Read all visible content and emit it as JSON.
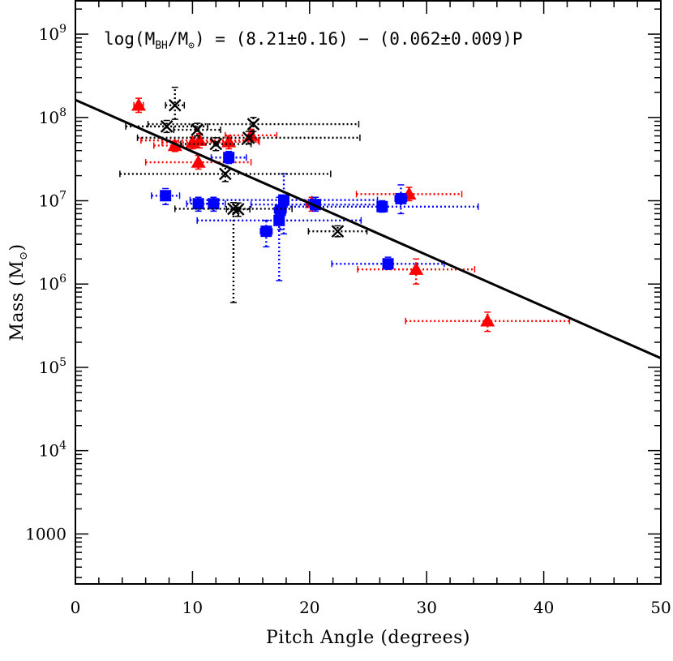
{
  "chart_data": {
    "type": "scatter",
    "title": "",
    "annotation": {
      "prefix": "log(M",
      "sub1": "BH",
      "mid": "/M",
      "sub2": "⊙",
      "suffix": ") = (8.21±0.16) − (0.062±0.009)P"
    },
    "xlabel": "Pitch Angle (degrees)",
    "ylabel_prefix": "Mass (M",
    "ylabel_sub": "⊙",
    "ylabel_suffix": ")",
    "xlim": [
      0,
      50
    ],
    "ylim_log10": [
      2.4,
      9.4
    ],
    "y_scale": "log",
    "x_ticks": [
      {
        "value": 0,
        "label": "0"
      },
      {
        "value": 10,
        "label": "10"
      },
      {
        "value": 20,
        "label": "20"
      },
      {
        "value": 30,
        "label": "30"
      },
      {
        "value": 40,
        "label": "40"
      },
      {
        "value": 50,
        "label": "50"
      }
    ],
    "y_ticks": [
      {
        "log": 3,
        "label": "1000",
        "exp": ""
      },
      {
        "log": 4,
        "label": "10",
        "exp": "4"
      },
      {
        "log": 5,
        "label": "10",
        "exp": "5"
      },
      {
        "log": 6,
        "label": "10",
        "exp": "6"
      },
      {
        "log": 7,
        "label": "10",
        "exp": "7"
      },
      {
        "log": 8,
        "label": "10",
        "exp": "8"
      },
      {
        "log": 9,
        "label": "10",
        "exp": "9"
      }
    ],
    "fit_line": {
      "intercept": 8.21,
      "slope": -0.062,
      "x_range": [
        0,
        50
      ],
      "color": "#000000"
    },
    "series": [
      {
        "marker": "triangle",
        "color": "#ff0000",
        "points": [
          {
            "x": 5.4,
            "y": 140000000.0,
            "xerr": 0.4,
            "y_lo": 115000000.0,
            "y_hi": 170000000.0
          },
          {
            "x": 8.5,
            "y": 46000000.0,
            "xerr": 1.8,
            "y_lo": 39000000.0,
            "y_hi": 52000000.0
          },
          {
            "x": 10.0,
            "y": 50000000.0,
            "xerr": 2.6,
            "y_lo": 42000000.0,
            "y_hi": 58000000.0
          },
          {
            "x": 10.6,
            "y": 53000000.0,
            "xerr": 5.0,
            "y_lo": 43000000.0,
            "y_hi": 64000000.0
          },
          {
            "x": 10.5,
            "y": 29000000.0,
            "xerr": 4.5,
            "y_lo": 24000000.0,
            "y_hi": 35000000.0
          },
          {
            "x": 13.1,
            "y": 51000000.0,
            "xerr": 2.6,
            "y_lo": 42000000.0,
            "y_hi": 60000000.0
          },
          {
            "x": 15.0,
            "y": 61000000.0,
            "xerr": 2.2,
            "y_lo": 52000000.0,
            "y_hi": 72000000.0
          },
          {
            "x": 20.2,
            "y": 9500000.0,
            "xerr": 0.5,
            "y_lo": 7500000.0,
            "y_hi": 11000000.0
          },
          {
            "x": 28.5,
            "y": 12000000.0,
            "xerr": 4.5,
            "y_lo": 10000000.0,
            "y_hi": 14500000.0
          },
          {
            "x": 29.1,
            "y": 1500000.0,
            "xerr": 5.0,
            "y_lo": 1000000.0,
            "y_hi": 2000000.0
          },
          {
            "x": 35.2,
            "y": 360000.0,
            "xerr": 7.0,
            "y_lo": 270000.0,
            "y_hi": 460000.0
          }
        ]
      },
      {
        "marker": "square",
        "color": "#0000ff",
        "points": [
          {
            "x": 7.7,
            "y": 11500000.0,
            "xerr": 1.2,
            "y_lo": 9000000.0,
            "y_hi": 14000000.0
          },
          {
            "x": 10.5,
            "y": 9200000.0,
            "xerr": 1.0,
            "y_lo": 7500000.0,
            "y_hi": 11000000.0
          },
          {
            "x": 11.8,
            "y": 9200000.0,
            "xerr": 1.0,
            "y_lo": 7500000.0,
            "y_hi": 11000000.0
          },
          {
            "x": 13.1,
            "y": 33000000.0,
            "xerr": 1.5,
            "y_lo": 28000000.0,
            "y_hi": 39000000.0
          },
          {
            "x": 16.3,
            "y": 4300000.0,
            "xerr": 0.5,
            "y_lo": 2800000.0,
            "y_hi": 5800000.0
          },
          {
            "x": 17.4,
            "y": 5800000.0,
            "xerr": 7.0,
            "y_lo": 1100000.0,
            "y_hi": 11000000.0
          },
          {
            "x": 17.5,
            "y": 7700000.0,
            "xerr": 0.5,
            "y_lo": 4500000.0,
            "y_hi": 11000000.0
          },
          {
            "x": 17.8,
            "y": 10200000.0,
            "xerr": 8.0,
            "y_lo": 4000000.0,
            "y_hi": 21000000.0
          },
          {
            "x": 20.5,
            "y": 9000000.0,
            "xerr": 5.5,
            "y_lo": 7500000.0,
            "y_hi": 11000000.0
          },
          {
            "x": 26.2,
            "y": 8500000.0,
            "xerr": 8.2,
            "y_lo": 7300000.0,
            "y_hi": 10000000.0
          },
          {
            "x": 26.7,
            "y": 1750000.0,
            "xerr": 4.8,
            "y_lo": 1500000.0,
            "y_hi": 2100000.0
          },
          {
            "x": 27.8,
            "y": 10600000.0,
            "xerr": 0.5,
            "y_lo": 7000000.0,
            "y_hi": 15500000.0
          }
        ]
      },
      {
        "marker": "cross",
        "color": "#000000",
        "points": [
          {
            "x": 7.8,
            "y": 78000000.0,
            "xerr": 3.5,
            "y_lo": 66000000.0,
            "y_hi": 92000000.0
          },
          {
            "x": 8.5,
            "y": 140000000.0,
            "xerr": 0.8,
            "y_lo": 95000000.0,
            "y_hi": 230000000.0
          },
          {
            "x": 10.4,
            "y": 71000000.0,
            "xerr": 2.0,
            "y_lo": 60000000.0,
            "y_hi": 85000000.0
          },
          {
            "x": 12.0,
            "y": 48000000.0,
            "xerr": 3.0,
            "y_lo": 40000000.0,
            "y_hi": 57000000.0
          },
          {
            "x": 12.8,
            "y": 21000000.0,
            "xerr": 9.0,
            "y_lo": 17000000.0,
            "y_hi": 26000000.0
          },
          {
            "x": 13.5,
            "y": 8000000.0,
            "xerr": 5.0,
            "y_lo": 600000.0,
            "y_hi": 9500000.0
          },
          {
            "x": 13.9,
            "y": 7900000.0,
            "xerr": 1.0,
            "y_lo": 6500000.0,
            "y_hi": 9400000.0
          },
          {
            "x": 14.8,
            "y": 57000000.0,
            "xerr": 9.5,
            "y_lo": 48000000.0,
            "y_hi": 68000000.0
          },
          {
            "x": 15.2,
            "y": 83000000.0,
            "xerr": 9.0,
            "y_lo": 68000000.0,
            "y_hi": 100000000.0
          },
          {
            "x": 22.4,
            "y": 4300000.0,
            "xerr": 2.5,
            "y_lo": 3700000.0,
            "y_hi": 5000000.0
          }
        ]
      }
    ]
  }
}
